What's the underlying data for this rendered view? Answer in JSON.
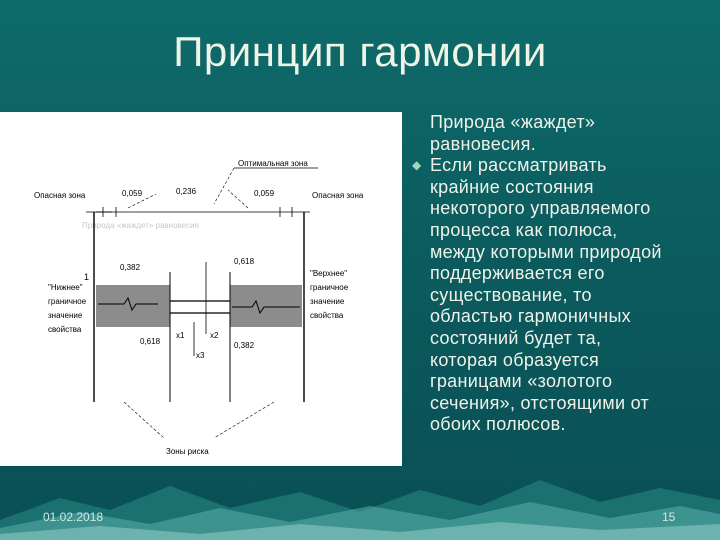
{
  "slide": {
    "title": "Принцип гармонии",
    "date": "01.02.2018",
    "page_number": "15",
    "colors": {
      "background": "#0b5c5e",
      "title": "#eef4e6",
      "text": "#f0f2ea",
      "bullet": "#9fd6b8"
    }
  },
  "text": {
    "intro_line1": "Природа «жаждет»",
    "intro_line2": "равновесия.",
    "bullet_lines": [
      "Если рассматривать",
      "крайние состояния",
      "некоторого управляемого",
      "процесса как полюса,",
      "между которыми природой",
      "поддерживается его",
      "существование, то",
      "областью гармоничных",
      "состояний будет та,",
      "которая образуется",
      "границами «золотого",
      "сечения», отстоящими от",
      "обоих полюсов."
    ],
    "bullet_icon": "diamond-bullet-icon"
  },
  "diagram": {
    "optimal_zone": "Оптимальная зона",
    "danger_zone_left": "Опасная зона",
    "danger_zone_right": "Опасная зона",
    "faded_caption": "Природа «жаждет» равновесия",
    "v_0059_left": "0,059",
    "v_0236": "0,236",
    "v_0059_right": "0,059",
    "v_0382_left": "0,382",
    "v_0618_top": "0,618",
    "v_1": "1",
    "lower_l1": "\"Нижнее\"",
    "lower_l2": "граничное",
    "lower_l3": "значение",
    "lower_l4": "свойства",
    "upper_l1": "\"Верхнее\"",
    "upper_l2": "граничное",
    "upper_l3": "значение",
    "upper_l4": "свойства",
    "x1": "x1",
    "x2": "x2",
    "x3": "x3",
    "v_0618_bottom": "0,618",
    "v_0382_bottom": "0,382",
    "risk_zones": "Зоны риска"
  }
}
